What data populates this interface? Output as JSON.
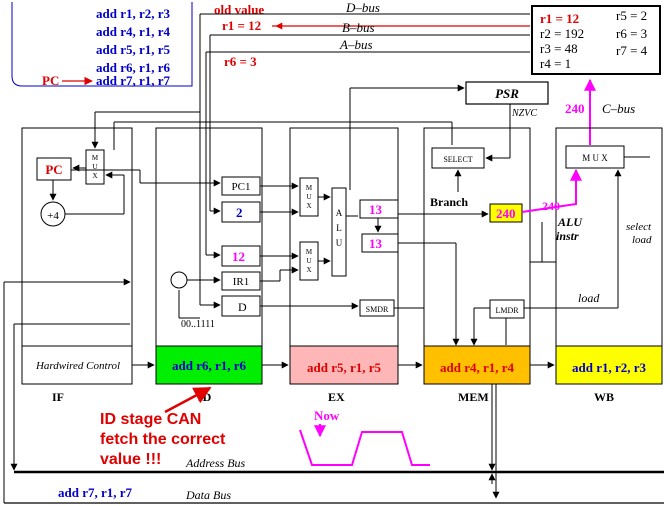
{
  "program": {
    "lines": [
      "add r1, r2, r3",
      "add r4, r1, r4",
      "add r5, r1, r5",
      "add r6, r1, r6",
      "add r7, r1, r7"
    ],
    "pc_label": "PC"
  },
  "register_notes": {
    "old_value": "old value",
    "r1_new": "r1 = 12",
    "r6": "r6 = 3"
  },
  "buses": {
    "d_bus": "D–bus",
    "b_bus": "B–bus",
    "a_bus": "A–bus",
    "c_bus": "C–bus",
    "address_bus": "Address Bus",
    "data_bus": "Data Bus"
  },
  "register_file": {
    "left": [
      "r1 = 12",
      "r2 = 192",
      "r3 = 48",
      "r4 = 1"
    ],
    "right": [
      "r5 = 2",
      "r6 = 3",
      "r7 = 4"
    ]
  },
  "psr": {
    "label": "PSR",
    "flags": "NZVC"
  },
  "components": {
    "pc": "PC",
    "plus4": "+4",
    "mux": "M\nU\nX",
    "pc1": "PC1",
    "ir1": "IR1",
    "d": "D",
    "alu": "A\nL\nU",
    "smdr": "SMDR",
    "lmdr": "LMDR",
    "select": "SELECT",
    "wb_mux": "M U X",
    "hardwired_control": "Hardwired Control",
    "imm": "00..1111"
  },
  "values": {
    "id_b": "2",
    "id_a": "12",
    "ex_out1": "13",
    "ex_out2": "13",
    "mem_value": "240",
    "mem_out": "240",
    "c_bus_value": "240"
  },
  "annotations": {
    "branch": "Branch",
    "alu_instr": "ALU\ninstr",
    "select_load": "select\nload",
    "load": "load",
    "now": "Now",
    "callout": [
      "ID stage CAN",
      "fetch the correct",
      "value !!!"
    ]
  },
  "stages": {
    "names": [
      "IF",
      "ID",
      "EX",
      "MEM",
      "WB"
    ],
    "instructions": {
      "id": "add r6, r1, r6",
      "ex": "add r5, r1, r5",
      "mem": "add r4, r1, r4",
      "wb": "add r1, r2, r3"
    }
  },
  "data_bus_instr": "add r7, r1, r7",
  "colors": {
    "blue": "#0000c8",
    "red": "#e00000",
    "magenta": "#ff00ff",
    "id_fill": "#00ee00",
    "ex_fill": "#ffb6b6",
    "mem_fill": "#ffc000",
    "wb_fill": "#ffff00",
    "value_fill": "#ffff00"
  }
}
